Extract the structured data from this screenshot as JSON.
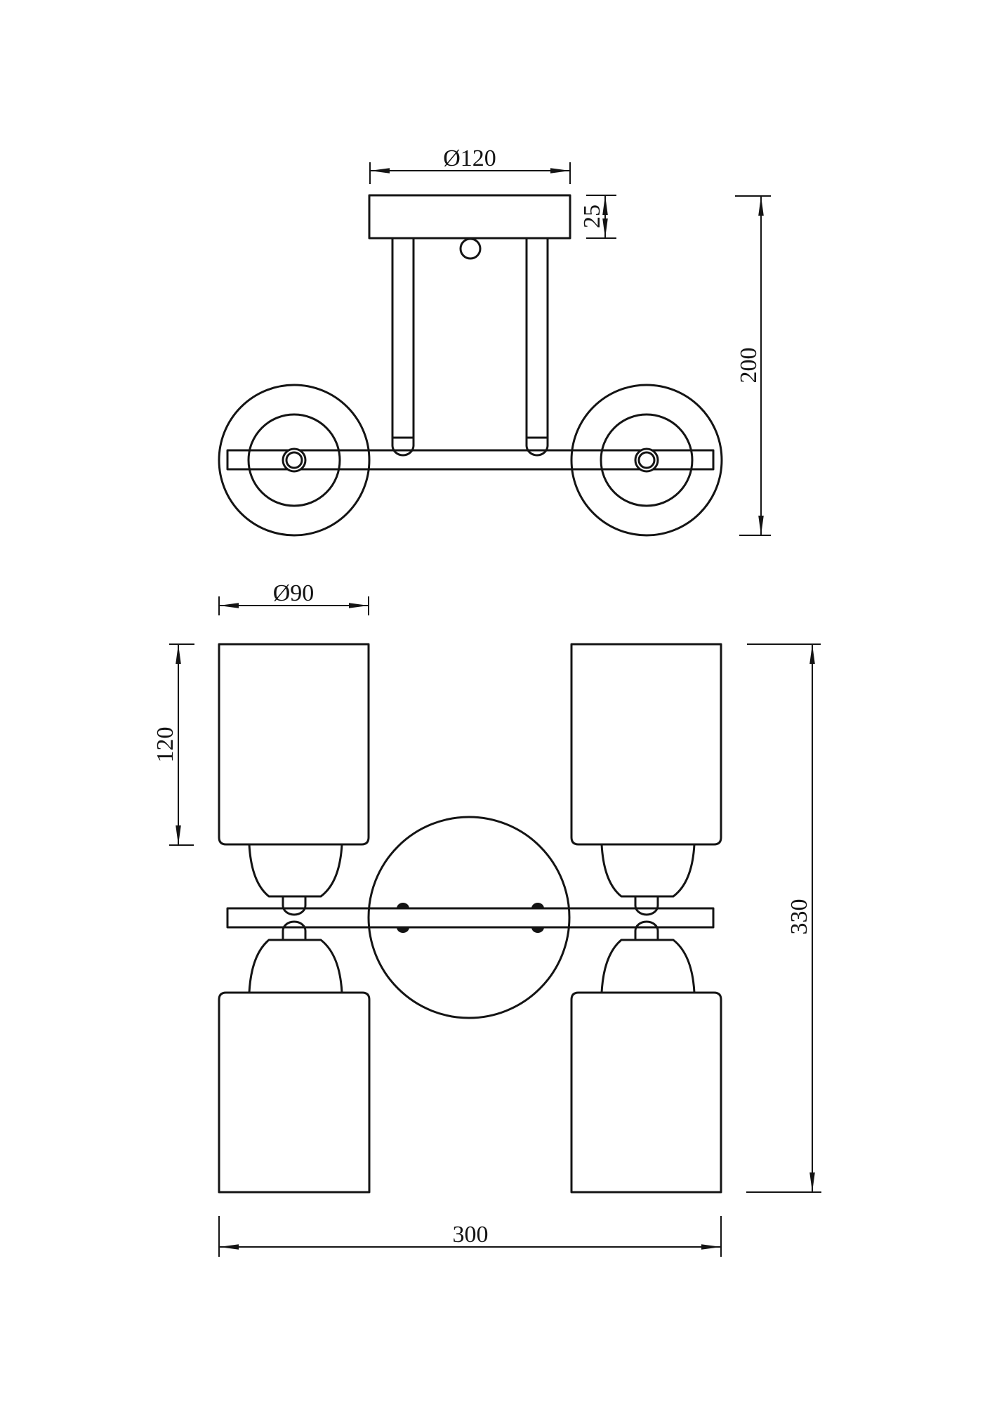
{
  "drawing": {
    "background": "#ffffff",
    "line_color": "#141414",
    "side_view": {
      "dimensions": {
        "canopy_diameter": "Ø120",
        "canopy_thickness": "25",
        "overall_drop": "200"
      }
    },
    "front_view": {
      "dimensions": {
        "shade_diameter": "Ø90",
        "shade_height": "120",
        "overall_height": "330",
        "overall_width": "300"
      }
    }
  }
}
